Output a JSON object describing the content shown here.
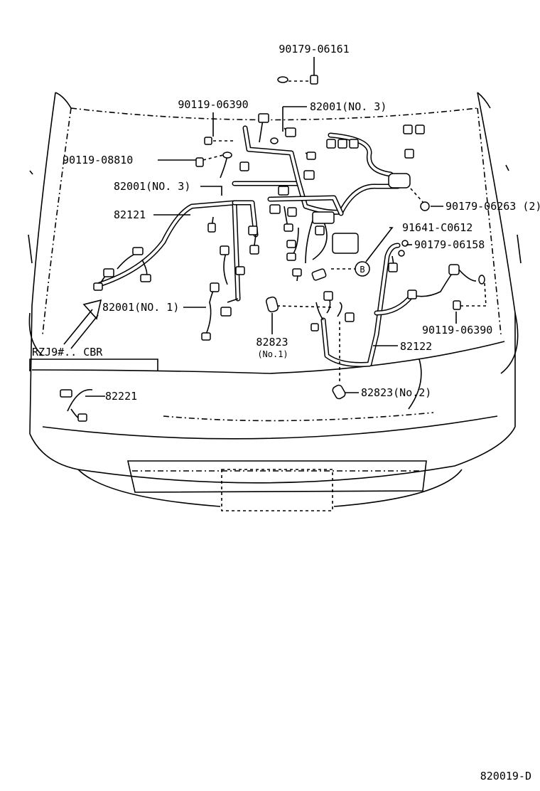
{
  "labels": {
    "p_90179_06161": "90179-06161",
    "p_90119_06390_top": "90119-06390",
    "p_82001_no3_top": "82001(NO. 3)",
    "p_90119_08810": "90119-08810",
    "p_82001_no3_mid": "82001(NO. 3)",
    "p_90179_06263": "90179-06263 (2)",
    "p_82121": "82121",
    "p_91641_c0612": "91641-C0612",
    "p_90179_06158": "90179-06158",
    "p_82001_no1": "82001(NO. 1)",
    "p_90119_06390_right": "90119-06390",
    "p_82823": "82823",
    "p_82823_no1": "(No.1)",
    "p_82122": "82122",
    "p_rzj9_cbr": "RZJ9#.. CBR",
    "p_82221": "82221",
    "p_82823_no2": "82823(No.2)",
    "callout_b": "B"
  },
  "drawing_code": "820019-D"
}
